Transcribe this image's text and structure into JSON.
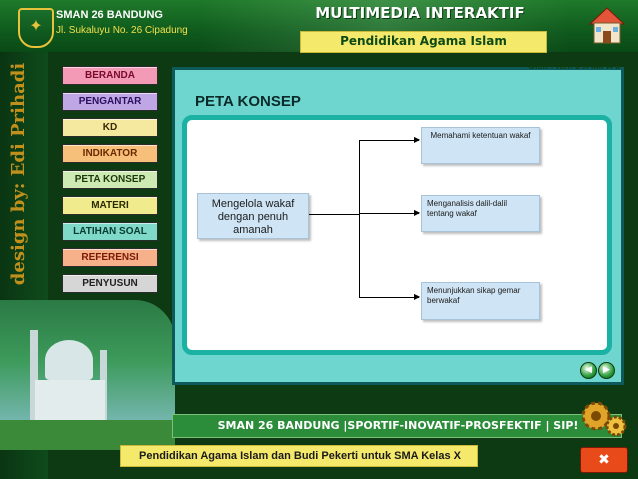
{
  "header": {
    "school_name": "SMAN 26 BANDUNG",
    "address": "Jl. Sukaluyu No. 26 Cipadung",
    "app_title": "MULTIMEDIA INTERAKTIF",
    "subtitle": "Pendidikan Agama Islam"
  },
  "sidebar": {
    "vertical_text": "design by: Edi Prihadi",
    "menu": [
      {
        "label": "BERANDA",
        "color": "#f39ab6",
        "text_color": "#7a0a2a"
      },
      {
        "label": "PENGANTAR",
        "color": "#bfa7e6",
        "text_color": "#2b1060"
      },
      {
        "label": "KD",
        "color": "#f5e9a0",
        "text_color": "#3a2a00"
      },
      {
        "label": "INDIKATOR",
        "color": "#f7c07a",
        "text_color": "#6a2a00"
      },
      {
        "label": "PETA KONSEP",
        "color": "#cdeab5",
        "text_color": "#1a3a0a"
      },
      {
        "label": "MATERI",
        "color": "#f0ec8e",
        "text_color": "#2a2a00"
      },
      {
        "label": "LATIHAN SOAL",
        "color": "#7fd9c8",
        "text_color": "#073a30"
      },
      {
        "label": "REFERENSI",
        "color": "#f6b08a",
        "text_color": "#7a1a05"
      },
      {
        "label": "PENYUSUN",
        "color": "#d6d6d6",
        "text_color": "#222222"
      }
    ]
  },
  "content": {
    "credit": "Oleh : Kel. 3 X MIPA 6",
    "title": "PETA KONSEP",
    "main_node": "Mengelola wakaf dengan penuh amanah",
    "nodes": [
      "Memahami ketentuan wakaf",
      "Menganalisis dalil-dalil tentang wakaf",
      "Menunjukkan sikap gemar berwakaf"
    ],
    "nav_prev": "◀",
    "nav_next": "▶"
  },
  "footer": {
    "motto": "SMAN 26 BANDUNG |SPORTIF-INOVATIF-PROSFEKTIF | SIP!",
    "course": "Pendidikan Agama Islam dan Budi Pekerti untuk SMA Kelas X",
    "exit_icon": "✖"
  },
  "icons": {
    "home": "house-icon",
    "gears": "gears-icon",
    "logo": "school-logo"
  },
  "colors": {
    "header": "#0f5a1d",
    "accent": "#f4e96a",
    "panel": "#6fd6cf",
    "frame": "#1bb2a4"
  }
}
